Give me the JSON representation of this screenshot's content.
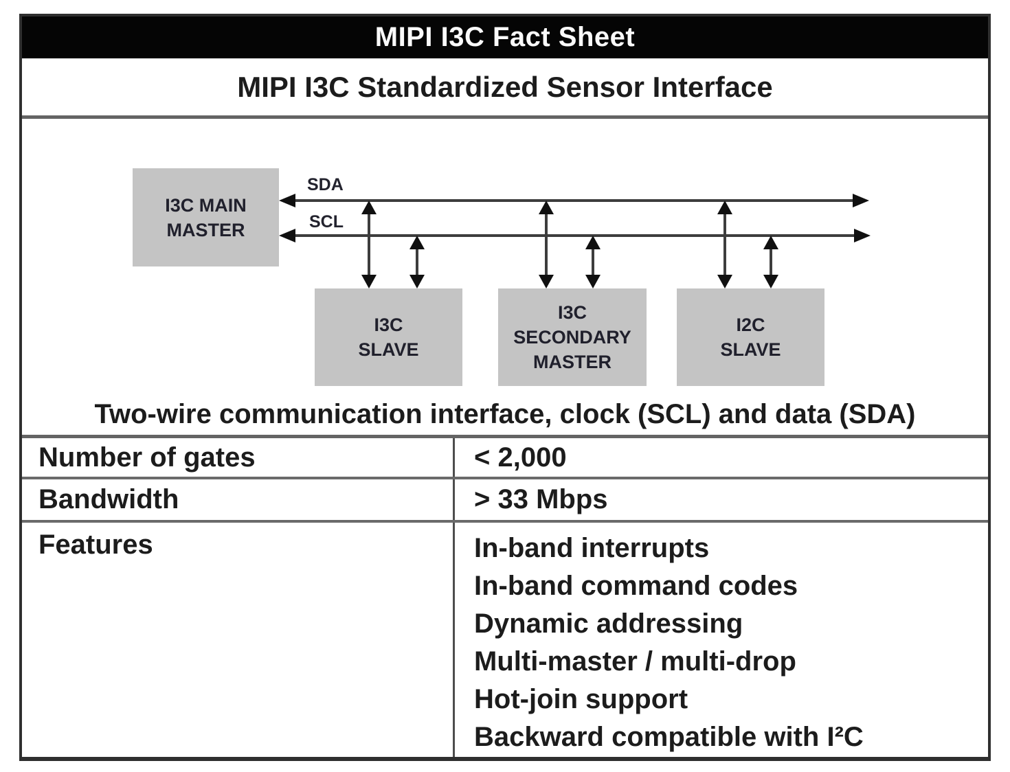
{
  "title": "MIPI I3C Fact Sheet",
  "subtitle": "MIPI I3C Standardized Sensor Interface",
  "diagram": {
    "master_label": "I3C MAIN\nMASTER",
    "bus_labels": {
      "sda": "SDA",
      "scl": "SCL"
    },
    "slaves": [
      "I3C\nSLAVE",
      "I3C\nSECONDARY\nMASTER",
      "I2C\nSLAVE"
    ],
    "caption": "Two-wire communication interface, clock (SCL) and data (SDA)"
  },
  "table": {
    "rows": [
      {
        "label": "Number of gates",
        "value": "< 2,000"
      },
      {
        "label": "Bandwidth",
        "value": "> 33 Mbps"
      }
    ],
    "features_label": "Features",
    "features": [
      "In-band interrupts",
      "In-band command codes",
      "Dynamic addressing",
      "Multi-master / multi-drop",
      "Hot-join support",
      "Backward compatible with I²C"
    ]
  },
  "colors": {
    "header_bg": "#050505",
    "header_text": "#fafafa",
    "body_text": "#1c1c1c",
    "box_fill": "#c4c4c4",
    "bus_line": "#3d3d3d",
    "separator": "#646464"
  }
}
